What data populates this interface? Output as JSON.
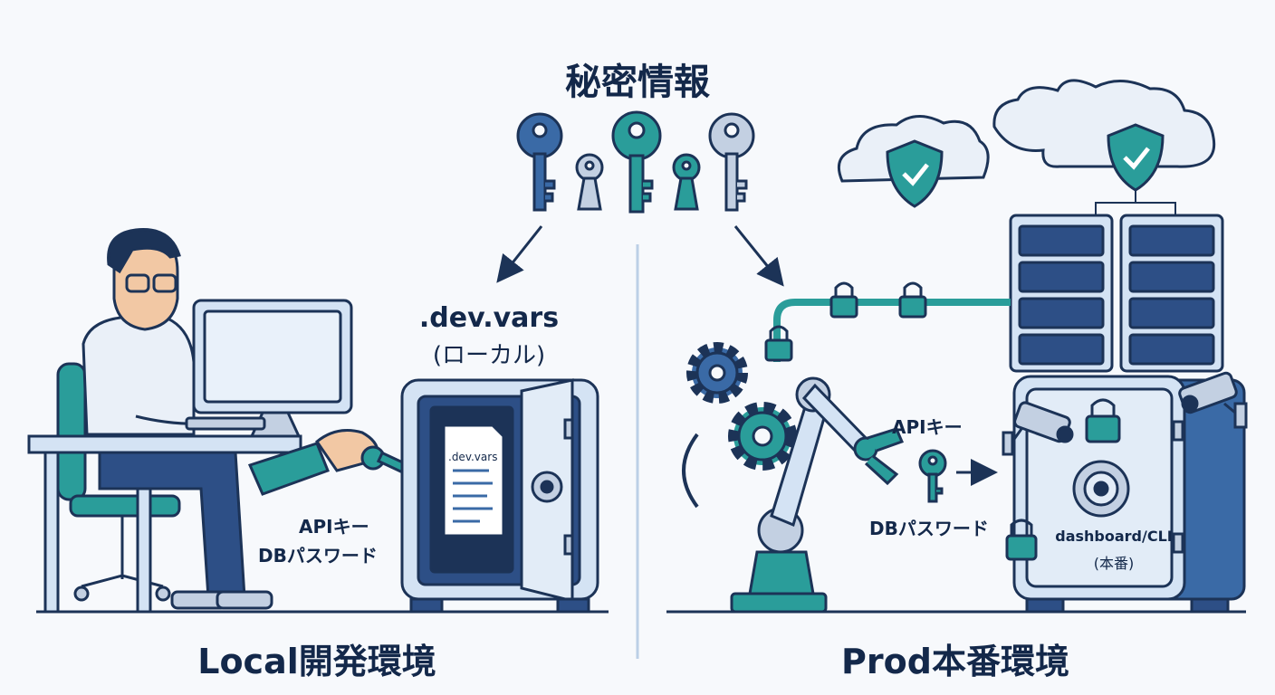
{
  "title": "秘密情報",
  "local": {
    "file_label": ".dev.vars",
    "file_sub": "(ローカル)",
    "doc_name": ".dev.vars",
    "api_key_label": "APIキー",
    "db_password_label": "DBパスワード",
    "env_title": "Local開発環境"
  },
  "prod": {
    "api_key_label": "APIキー",
    "db_password_label": "DBパスワード",
    "vault_label": "dashboard/CLI",
    "vault_sub": "(本番)",
    "env_title": "Prod本番環境"
  },
  "colors": {
    "navy": "#1c3357",
    "blue": "#3a6aa6",
    "teal": "#2a9d9a",
    "light_blue": "#d4e3f4",
    "gray_key": "#c3d0e2"
  },
  "icons": [
    "key-icon",
    "keyhole-icon",
    "shield-check-icon",
    "padlock-icon",
    "gear-icon",
    "server-icon",
    "cctv-camera-icon",
    "safe-icon",
    "robot-arm-icon",
    "monitor-icon",
    "person-icon"
  ]
}
